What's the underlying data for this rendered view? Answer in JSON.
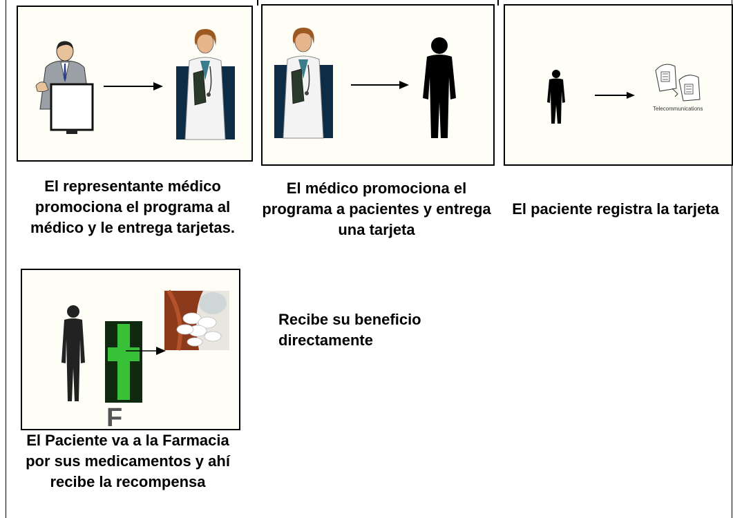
{
  "steps": [
    {
      "caption": "El representante médico promociona el programa al médico y le entrega tarjetas."
    },
    {
      "caption": "El médico promociona el programa a pacientes y entrega una tarjeta"
    },
    {
      "caption": "El paciente registra la tarjeta",
      "image_label": "Telecommunications"
    },
    {
      "caption": "El Paciente va a la Farmacia por sus medicamentos y ahí recibe la recompensa",
      "image_label": "F"
    }
  ],
  "result": {
    "text": "Recibe su beneficio directamente"
  },
  "icons": [
    "sales-rep-icon",
    "doctor-icon",
    "patient-silhouette-icon",
    "telephone-icon",
    "pharmacy-cross-icon",
    "pills-icon",
    "arrow-icon"
  ]
}
